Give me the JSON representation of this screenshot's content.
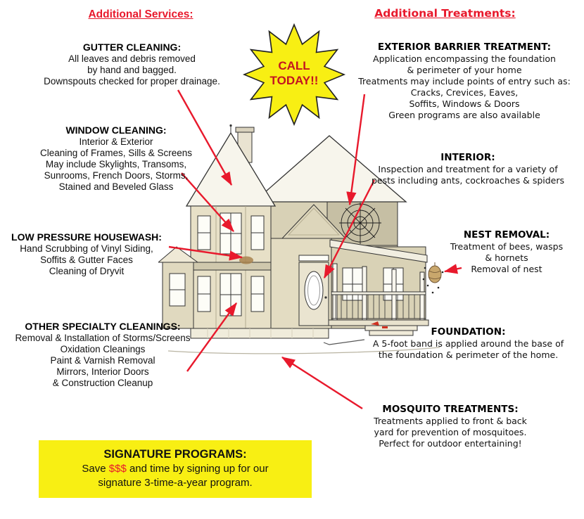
{
  "titles": {
    "left": "Additional Services:",
    "right": "Additional Treatments:"
  },
  "starburst": {
    "line1": "CALL",
    "line2": "TODAY!!"
  },
  "services": [
    {
      "heading": "GUTTER CLEANING:",
      "lines": [
        "All leaves and debris removed",
        "by hand and bagged.",
        "Downspouts checked for proper drainage."
      ]
    },
    {
      "heading": "WINDOW CLEANING:",
      "lines": [
        "Interior & Exterior",
        "Cleaning of Frames, Sills & Screens",
        "May include Skylights, Transoms,",
        "Sunrooms, French Doors, Storms,",
        "Stained and Beveled Glass"
      ]
    },
    {
      "heading": "LOW PRESSURE HOUSEWASH:",
      "lines": [
        "Hand Scrubbing of Vinyl Siding,",
        "Soffits & Gutter Faces",
        "Cleaning of Dryvit"
      ]
    },
    {
      "heading": "OTHER SPECIALTY CLEANINGS:",
      "lines": [
        "Removal & Installation of Storms/Screens",
        "Oxidation Cleanings",
        "Paint & Varnish Removal",
        "Mirrors, Interior Doors",
        "& Construction Cleanup"
      ]
    }
  ],
  "treatments": [
    {
      "heading": "EXTERIOR BARRIER TREATMENT:",
      "lines": [
        "Application encompassing the foundation",
        "& perimeter of your home",
        "Treatments may include points of entry such as:",
        "Cracks, Crevices, Eaves,",
        "Soffits, Windows & Doors",
        "Green programs are also available"
      ]
    },
    {
      "heading": "INTERIOR:",
      "lines": [
        "Inspection and treatment for a variety of",
        "pests including ants, cockroaches & spiders"
      ]
    },
    {
      "heading": "NEST REMOVAL:",
      "lines": [
        "Treatment of bees, wasps",
        "& hornets",
        "Removal of nest"
      ]
    },
    {
      "heading": "FOUNDATION:",
      "lines": [
        "A 5-foot band is applied around the base of",
        "the foundation & perimeter of the home."
      ]
    },
    {
      "heading": "MOSQUITO TREATMENTS:",
      "lines": [
        "Treatments applied to front & back",
        "yard for prevention of mosquitoes.",
        "Perfect for outdoor entertaining!"
      ]
    }
  ],
  "signature": {
    "heading": "SIGNATURE PROGRAMS:",
    "line1_prefix": "Save ",
    "line1_money": "$$$",
    "line1_suffix": " and time by signing up for our",
    "line2": "signature 3-time-a-year program."
  },
  "icons": {
    "starburst": "12-point-starburst",
    "spider_web": "spider-web",
    "wasp_nest": "wasp-nest",
    "house": "victorian-house-illustration"
  },
  "colors": {
    "accent_red": "#e8192c",
    "highlight_yellow": "#f8ef13",
    "house_tan": "#e3dcc6",
    "text_black": "#111111"
  }
}
